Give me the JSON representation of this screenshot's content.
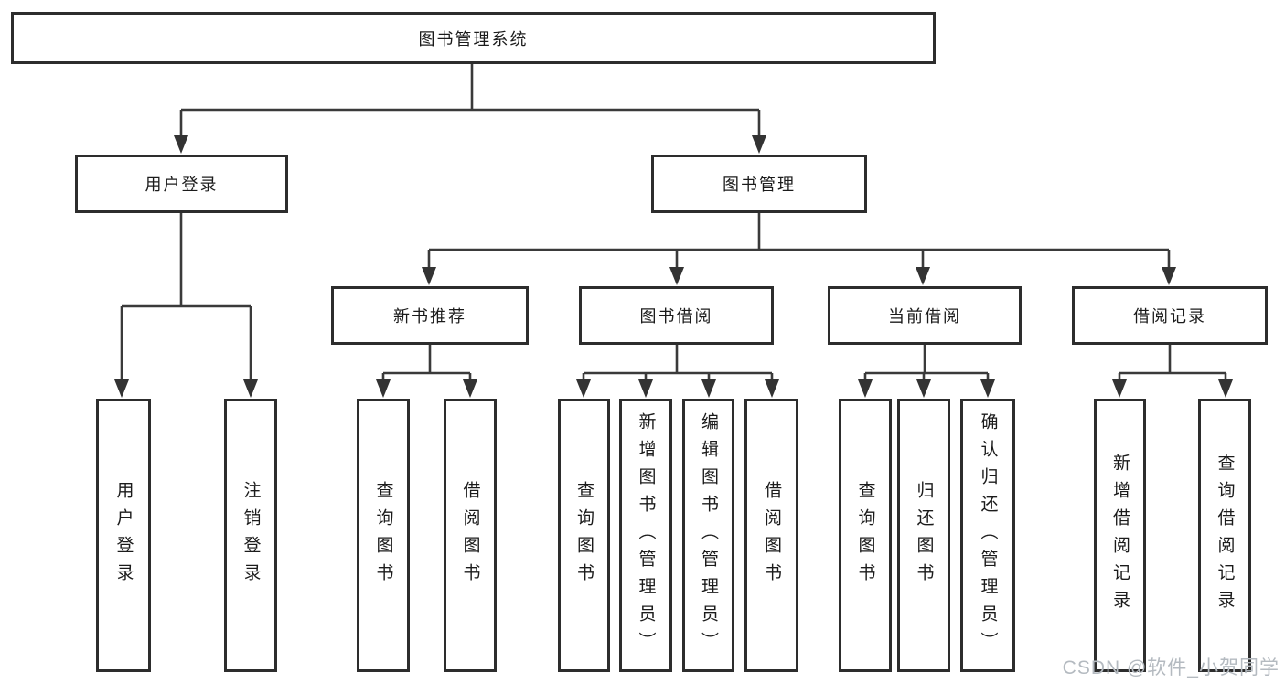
{
  "tree": {
    "root": {
      "label": "图书管理系统",
      "children": [
        {
          "label": "用户登录",
          "children": [
            {
              "label": "用户登录"
            },
            {
              "label": "注销登录"
            }
          ]
        },
        {
          "label": "图书管理",
          "children": [
            {
              "label": "新书推荐",
              "children": [
                {
                  "label": "查询图书"
                },
                {
                  "label": "借阅图书"
                }
              ]
            },
            {
              "label": "图书借阅",
              "children": [
                {
                  "label": "查询图书"
                },
                {
                  "label": "新增图书（管理员）"
                },
                {
                  "label": "编辑图书（管理员）"
                },
                {
                  "label": "借阅图书"
                }
              ]
            },
            {
              "label": "当前借阅",
              "children": [
                {
                  "label": "查询图书"
                },
                {
                  "label": "归还图书"
                },
                {
                  "label": "确认归还（管理员）"
                }
              ]
            },
            {
              "label": "借阅记录",
              "children": [
                {
                  "label": "新增借阅记录"
                },
                {
                  "label": "查询借阅记录"
                }
              ]
            }
          ]
        }
      ]
    }
  },
  "watermark": {
    "text": "CSDN @软件_小贺同学"
  },
  "colors": {
    "line": "#3a3a3a",
    "box_border": "#2d2d2d",
    "text": "#1b1b1b",
    "watermark": "#b4bac0",
    "background": "#ffffff"
  }
}
